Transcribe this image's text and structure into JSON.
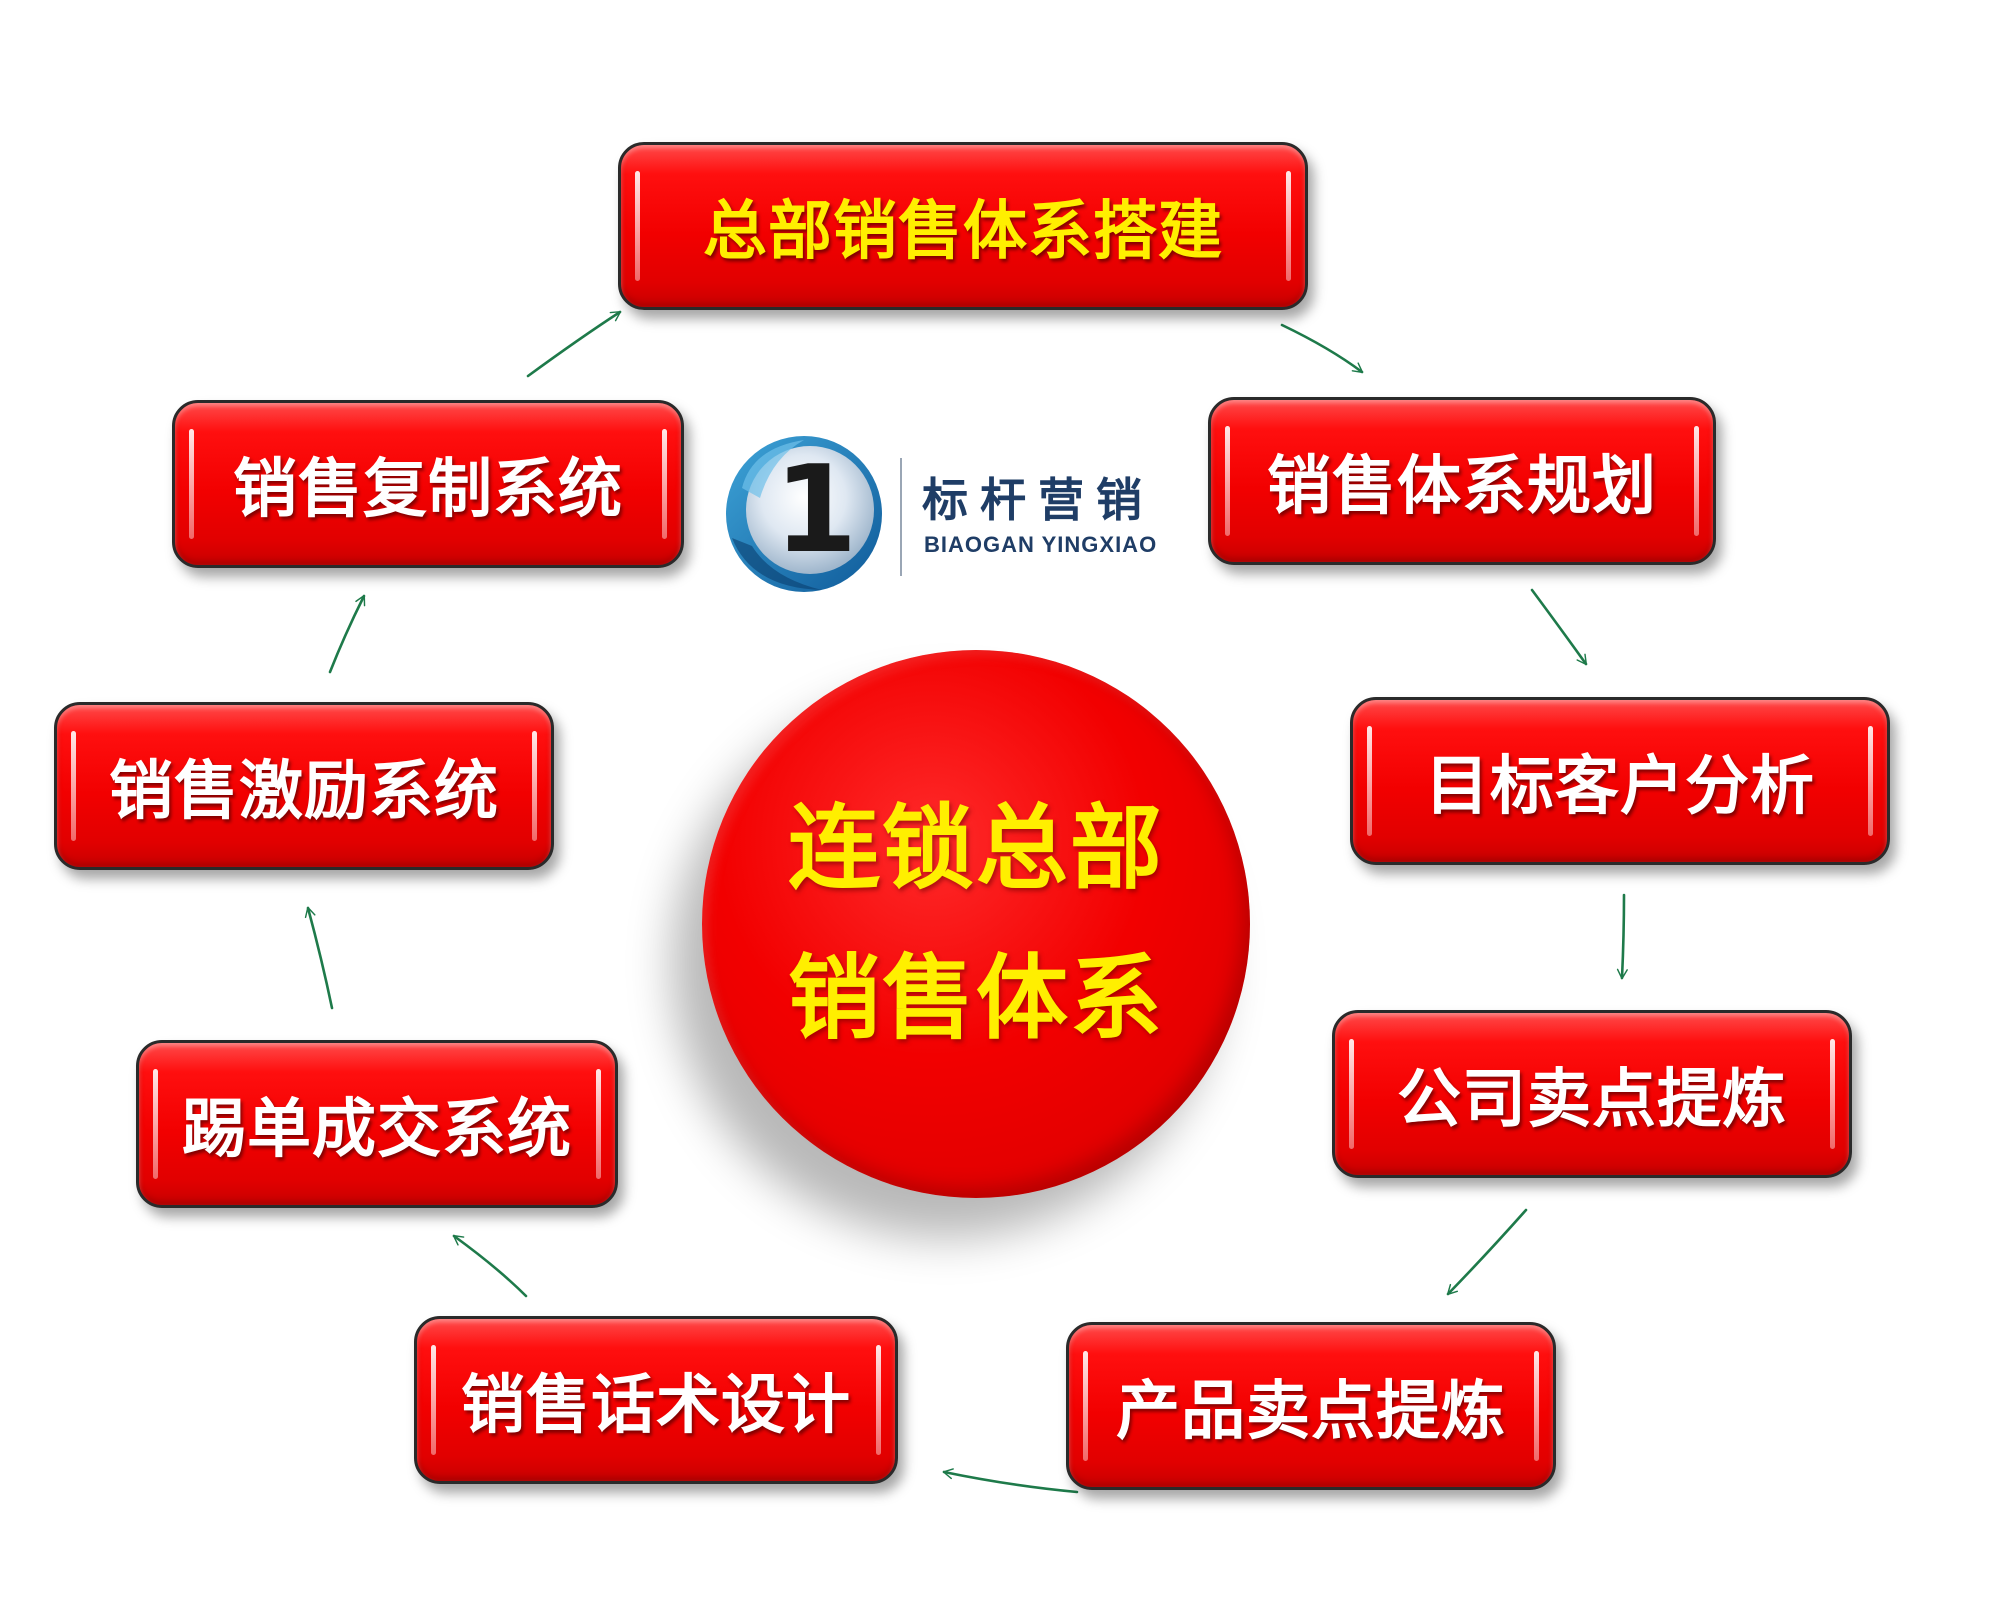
{
  "center": {
    "line1": "连锁总部",
    "line2": "销售体系"
  },
  "nodes": [
    {
      "label": "总部销售体系搭建"
    },
    {
      "label": "销售体系规划"
    },
    {
      "label": "目标客户分析"
    },
    {
      "label": "公司卖点提炼"
    },
    {
      "label": "产品卖点提炼"
    },
    {
      "label": "销售话术设计"
    },
    {
      "label": "踢单成交系统"
    },
    {
      "label": "销售激励系统"
    },
    {
      "label": "销售复制系统"
    }
  ],
  "logo": {
    "mark": "1",
    "name": "标杆营销",
    "subtitle": "BIAOGAN YINGXIAO"
  },
  "colors": {
    "node_fill": "#f20000",
    "accent_text": "#ffef00",
    "arrow": "#1e7a4a",
    "logo_text": "#1f3d66"
  }
}
